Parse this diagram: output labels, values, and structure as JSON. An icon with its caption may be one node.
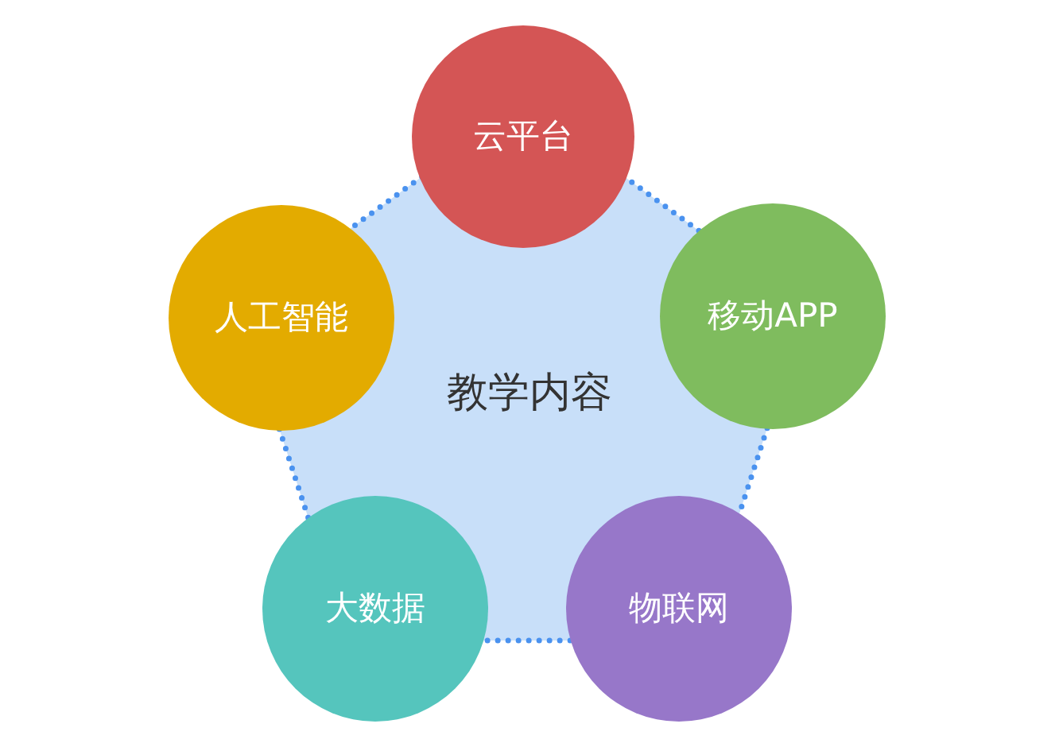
{
  "diagram": {
    "nodes": [
      {
        "text": [
          "云平台"
        ]
      },
      {
        "text": [
          "人工智能"
        ]
      },
      {
        "text": [
          "移动APP"
        ]
      },
      {
        "text": [
          "教学内容"
        ]
      },
      {
        "text": [
          "大数据"
        ]
      },
      {
        "text": [
          "物联网"
        ]
      }
    ]
  }
}
